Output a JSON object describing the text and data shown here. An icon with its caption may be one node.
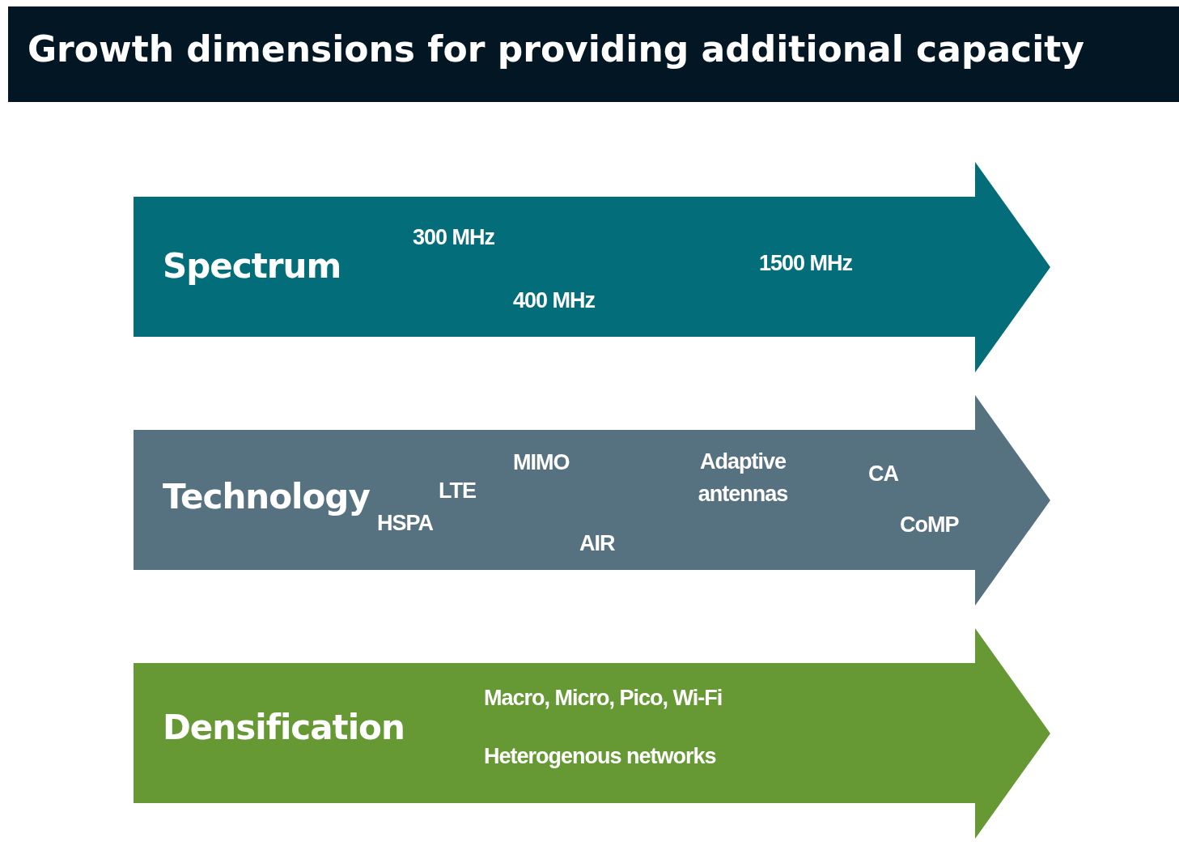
{
  "diagram": {
    "title": "Growth dimensions for providing additional capacity",
    "nodes": [
      {
        "text": [
          "Spectrum",
          "300 MHz",
          "400 MHz",
          "1500 MHz"
        ]
      },
      {
        "text": [
          "Technology",
          "HSPA",
          "LTE",
          "MIMO",
          "AIR",
          "Adaptive antennas",
          "CA",
          "CoMP"
        ]
      },
      {
        "text": [
          "Densification",
          "Macro, Micro, Pico, Wi-Fi",
          "Heterogenous networks"
        ]
      }
    ]
  }
}
